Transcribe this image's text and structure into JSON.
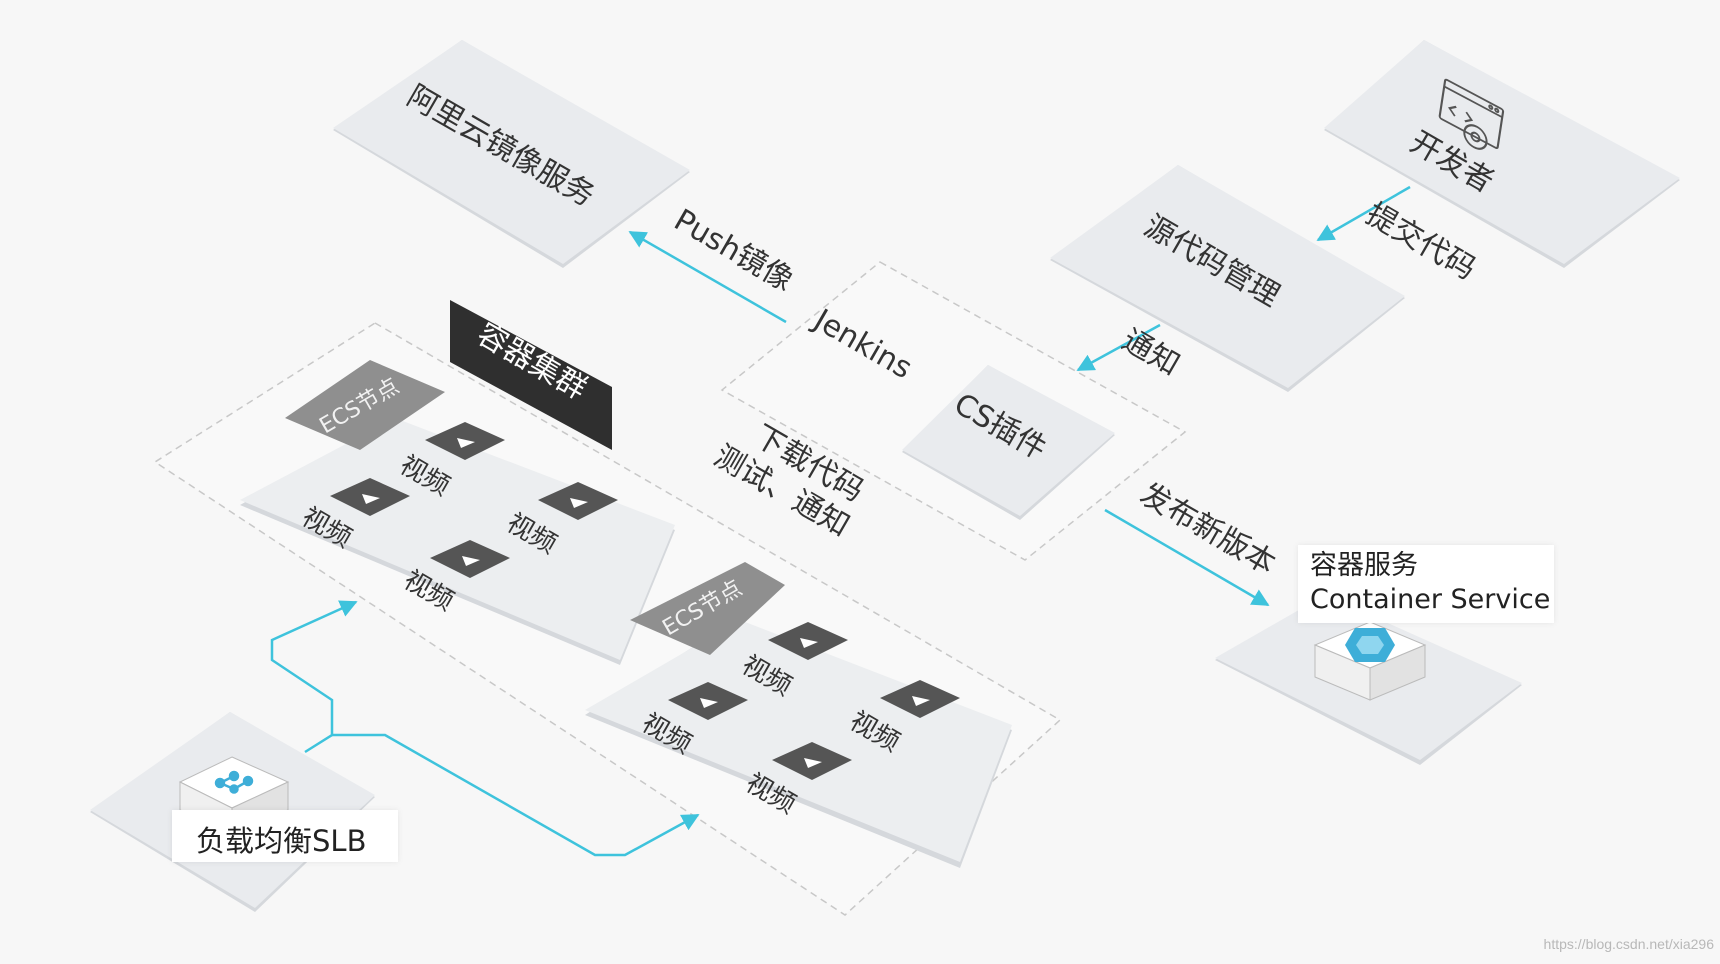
{
  "nodes": {
    "aliyun_registry": "阿里云镜像服务",
    "developer": "开发者",
    "source_code_mgmt": "源代码管理",
    "jenkins": "Jenkins",
    "cs_plugin": "CS插件",
    "container_cluster": "容器集群",
    "ecs_node_label": "ECS节点",
    "video_label": "视频",
    "container_service_cn": "容器服务",
    "container_service_en": "Container Service",
    "slb": "负载均衡SLB"
  },
  "edges": {
    "push_image": "Push镜像",
    "commit_code": "提交代码",
    "notify": "通知",
    "download_test_line1": "下载代码",
    "download_test_line2": "测试、通知",
    "release": "发布新版本"
  },
  "watermark": "https://blog.csdn.net/xia296",
  "colors": {
    "arrow": "#3ec3dc",
    "tile_fill": "#e9ebee",
    "tile_edge": "#d5d8dc",
    "dashed": "#c8c8c8",
    "tag_dark": "#2f2f2f",
    "tag_gray": "#8f8f8f",
    "video_icon": "#555555"
  }
}
